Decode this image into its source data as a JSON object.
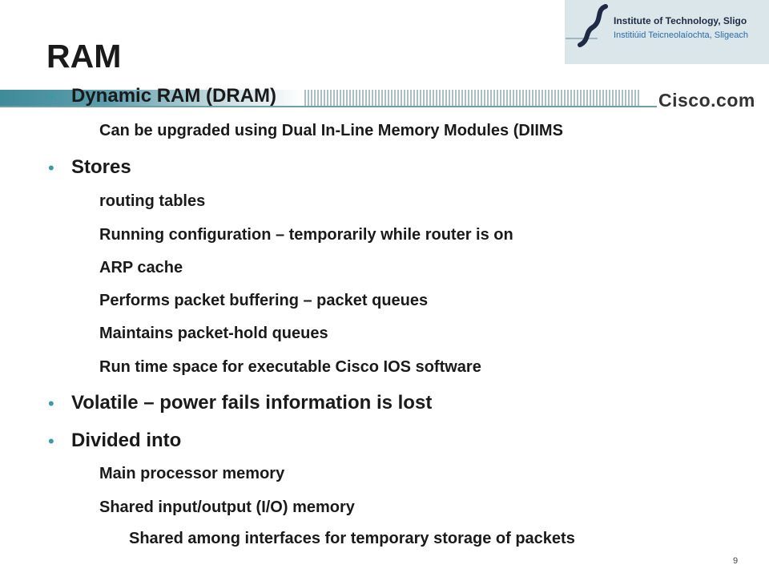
{
  "logo": {
    "institute_en": "Institute of Technology, Sligo",
    "institute_ga": "Institiúid Teicneolaíochta, Sligeach",
    "cisco": "Cisco.com"
  },
  "title": "RAM",
  "items": [
    {
      "level": 1,
      "text": "Dynamic RAM (DRAM)"
    },
    {
      "level": 2,
      "text": "Can be upgraded using Dual In-Line Memory Modules (DIIMS"
    },
    {
      "level": 1,
      "text": "Stores"
    },
    {
      "level": 2,
      "text": "routing tables"
    },
    {
      "level": 2,
      "text": "Running configuration – temporarily while router is on"
    },
    {
      "level": 2,
      "text": "ARP cache"
    },
    {
      "level": 2,
      "text": "Performs packet buffering – packet queues"
    },
    {
      "level": 2,
      "text": "Maintains packet-hold queues"
    },
    {
      "level": 2,
      "text": "Run time space for executable Cisco IOS software"
    },
    {
      "level": 1,
      "text": "Volatile – power fails information is lost"
    },
    {
      "level": 1,
      "text": "Divided into"
    },
    {
      "level": 2,
      "text": "Main processor memory"
    },
    {
      "level": 2,
      "text": "Shared input/output (I/O) memory"
    },
    {
      "level": 3,
      "text": "Shared among interfaces for temporary storage of packets"
    }
  ],
  "page_number": "9",
  "colors": {
    "accent": "#3a9aa8",
    "band": "#3f8a99"
  }
}
